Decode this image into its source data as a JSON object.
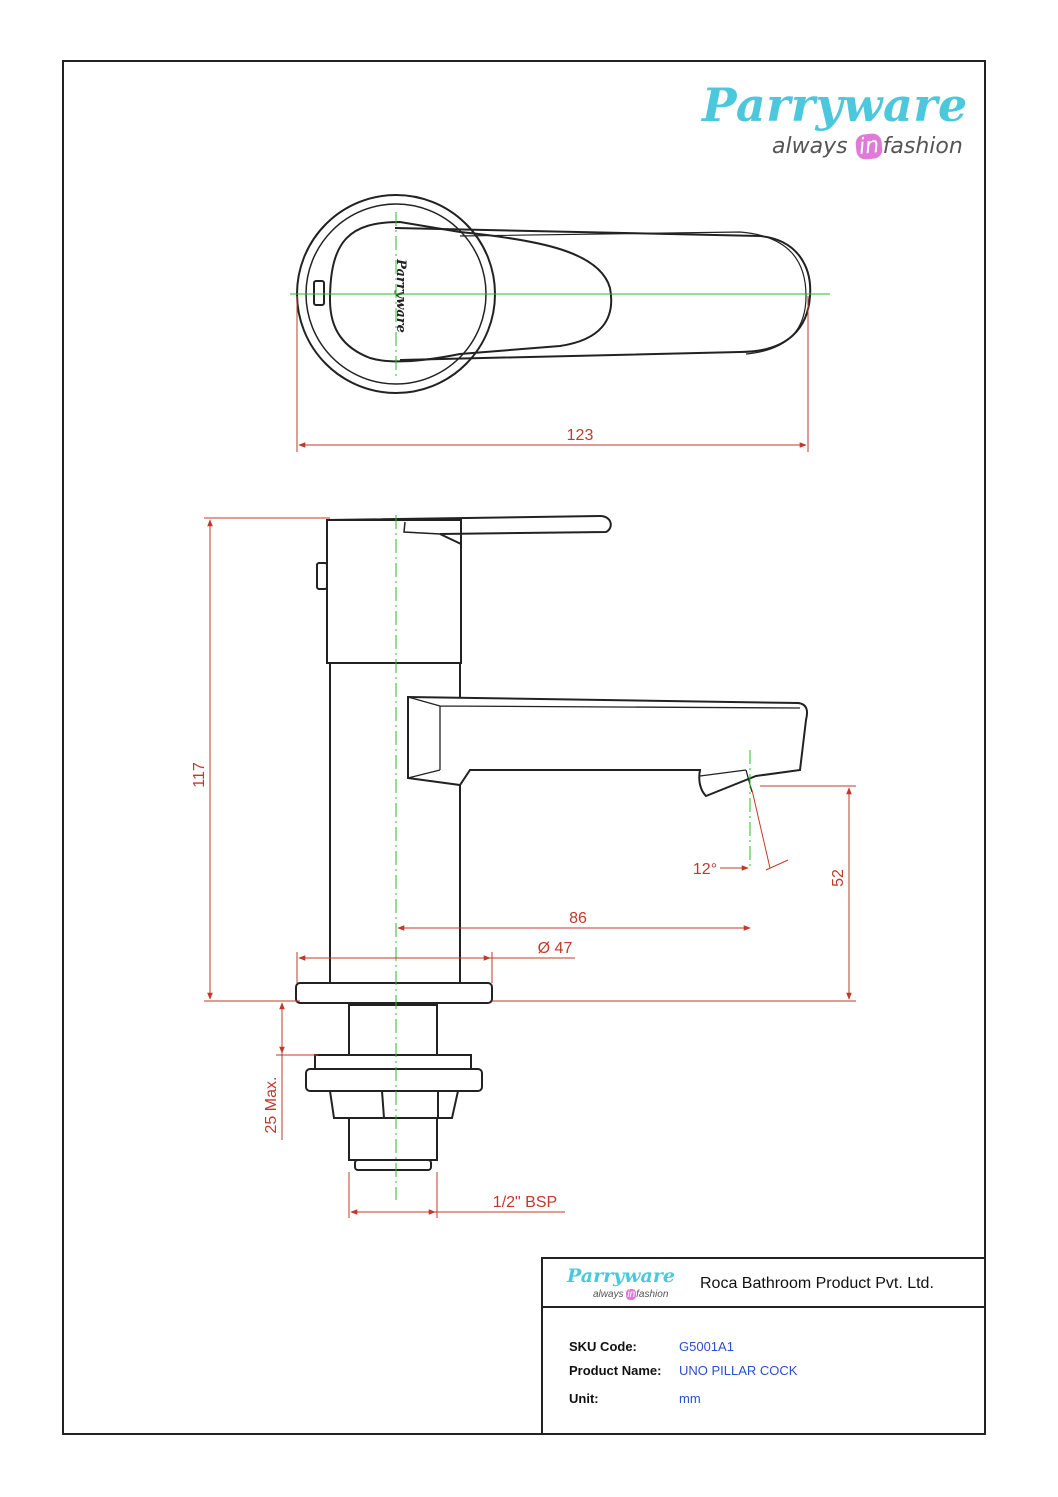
{
  "brand": {
    "name": "Parryware",
    "tagline_pre": "always",
    "tagline_mid": "in",
    "tagline_post": "fashion",
    "colors": {
      "logo": "#4cc8dc",
      "accent": "#e07ad8",
      "dimension": "#c0392b",
      "centerline": "#2db82d"
    }
  },
  "handle_marking": "Parryware",
  "dimensions": {
    "top_width": "123",
    "height": "117",
    "spout_height": "52",
    "spout_angle": "12°",
    "spout_reach": "86",
    "base_diameter": "Ø 47",
    "max_thickness": "25 Max.",
    "thread": "1/2\" BSP"
  },
  "title_block": {
    "company": "Roca Bathroom Product Pvt. Ltd.",
    "fields": [
      {
        "label": "SKU Code:",
        "value": "G5001A1"
      },
      {
        "label": "Product Name:",
        "value": "UNO PILLAR COCK"
      },
      {
        "label": "Unit:",
        "value": "mm"
      }
    ]
  }
}
